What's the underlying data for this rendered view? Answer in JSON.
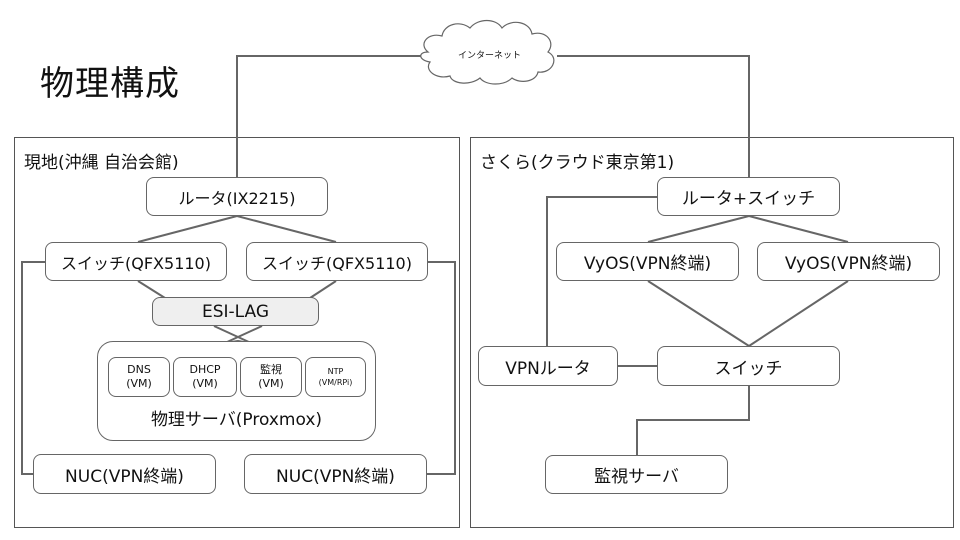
{
  "title": "物理構成",
  "cloud": {
    "label": "インターネット"
  },
  "zones": {
    "onsite": {
      "label": "現地(沖縄 自治会館)",
      "router": "ルータ(IX2215)",
      "switch_left": "スイッチ(QFX5110)",
      "switch_right": "スイッチ(QFX5110)",
      "esi_lag": "ESI-LAG",
      "server": {
        "label": "物理サーバ(Proxmox)",
        "vms": [
          {
            "name": "DNS",
            "type": "(VM)"
          },
          {
            "name": "DHCP",
            "type": "(VM)"
          },
          {
            "name": "監視",
            "type": "(VM)"
          },
          {
            "name": "NTP",
            "type": "(VM/RPi)"
          }
        ]
      },
      "nuc_left": "NUC(VPN終端)",
      "nuc_right": "NUC(VPN終端)"
    },
    "sakura": {
      "label": "さくら(クラウド東京第1)",
      "router_switch": "ルータ+スイッチ",
      "vyos_left": "VyOS(VPN終端)",
      "vyos_right": "VyOS(VPN終端)",
      "vpn_router": "VPNルータ",
      "switch": "スイッチ",
      "monitor_server": "監視サーバ"
    }
  },
  "colors": {
    "line": "#666666",
    "border": "#555555",
    "esi_fill": "#efefef"
  }
}
